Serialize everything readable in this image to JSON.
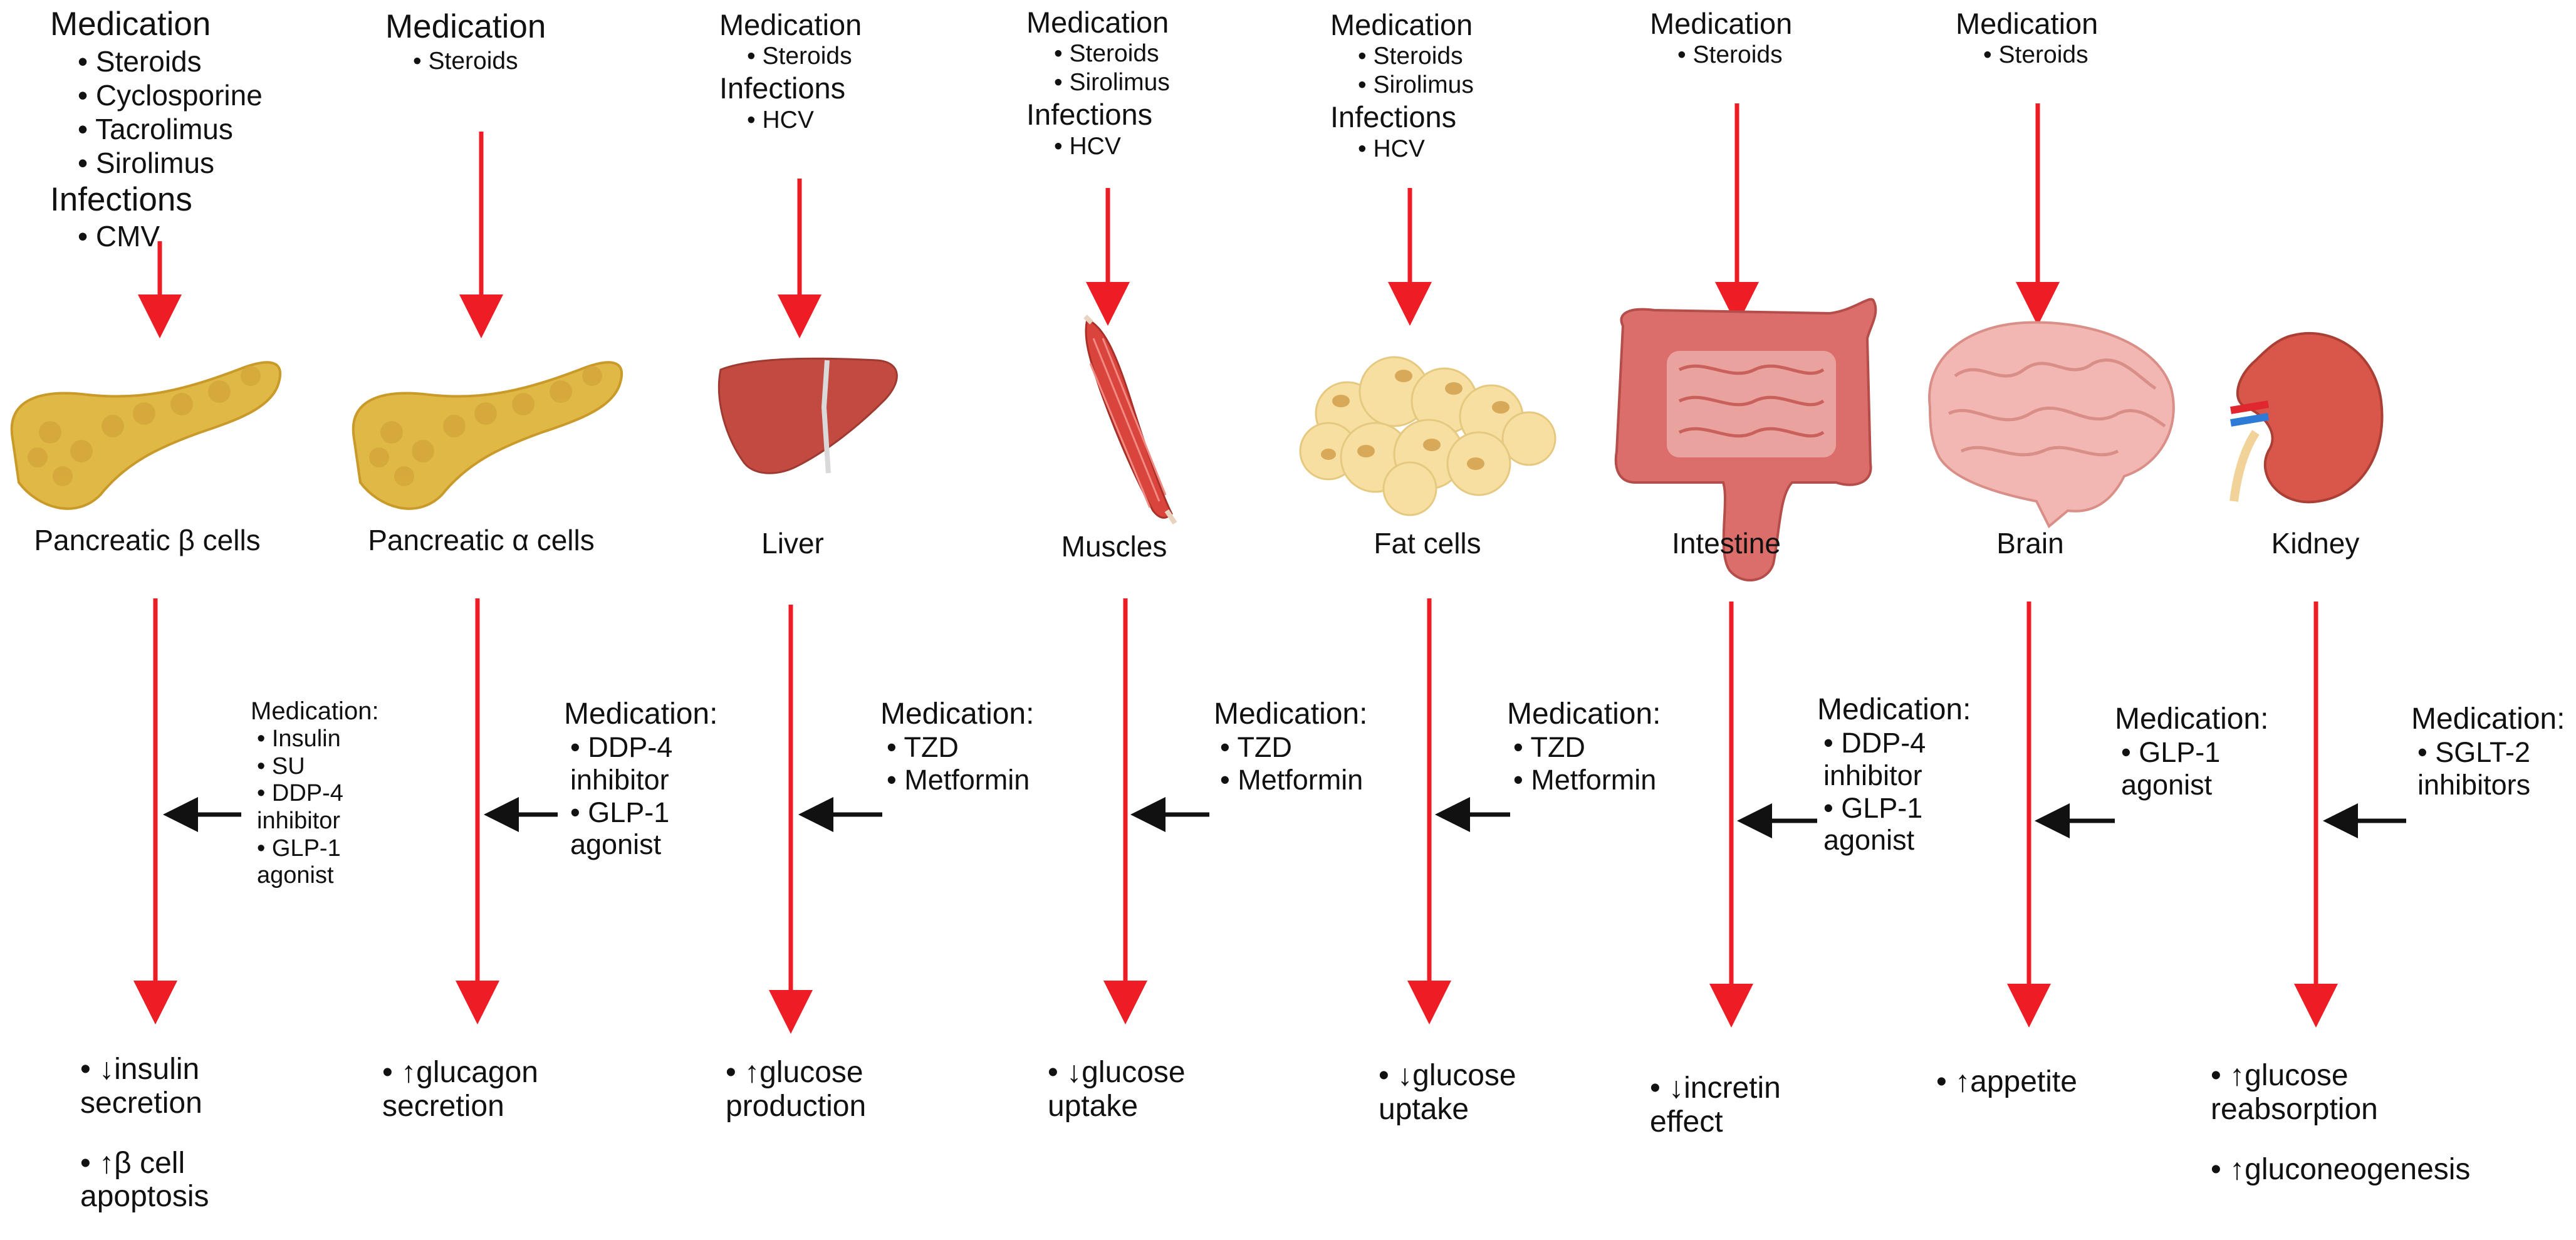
{
  "colors": {
    "red_arrow": "#ee1c25",
    "black_arrow": "#111111",
    "pancreas": "#e0b846",
    "liver": "#c24a40",
    "muscle": "#d9443c",
    "fat": "#f6dfa0",
    "intestine": "#db6e6a",
    "brain": "#f2b7b2",
    "kidney": "#d9564a"
  },
  "columns": [
    {
      "id": "beta",
      "causes": {
        "medication_label": "Medication",
        "medications": [
          "Steroids",
          "Cyclosporine",
          "Tacrolimus",
          "Sirolimus"
        ],
        "infection_label": "Infections",
        "infections": [
          "CMV"
        ]
      },
      "organ": {
        "label": "Pancreatic β cells",
        "icon": "pancreas-icon"
      },
      "treatment": {
        "title": "Medication:",
        "items": [
          "Insulin",
          "SU",
          "DDP-4",
          "inhibitor",
          "GLP-1",
          "agonist"
        ]
      },
      "outcomes": [
        {
          "line1": "• ↓insulin",
          "line2": "secretion"
        },
        {
          "line1": "• ↑β cell",
          "line2": "apoptosis"
        }
      ]
    },
    {
      "id": "alpha",
      "causes": {
        "medication_label": "Medication",
        "medications": [
          "Steroids"
        ]
      },
      "organ": {
        "label": "Pancreatic α cells",
        "icon": "pancreas-icon"
      },
      "treatment": {
        "title": "Medication:",
        "items": [
          "DDP-4",
          "inhibitor",
          "GLP-1",
          "agonist"
        ]
      },
      "outcomes": [
        {
          "line1": "• ↑glucagon",
          "line2": "secretion"
        }
      ]
    },
    {
      "id": "liver",
      "causes": {
        "medication_label": "Medication",
        "medications": [
          "Steroids"
        ],
        "infection_label": "Infections",
        "infections": [
          "HCV"
        ]
      },
      "organ": {
        "label": "Liver",
        "icon": "liver-icon"
      },
      "treatment": {
        "title": "Medication:",
        "items": [
          "TZD",
          "Metformin"
        ]
      },
      "outcomes": [
        {
          "line1": "• ↑glucose",
          "line2": "production"
        }
      ]
    },
    {
      "id": "muscles",
      "causes": {
        "medication_label": "Medication",
        "medications": [
          "Steroids",
          "Sirolimus"
        ],
        "infection_label": "Infections",
        "infections": [
          "HCV"
        ]
      },
      "organ": {
        "label": "Muscles",
        "icon": "muscle-icon"
      },
      "treatment": {
        "title": "Medication:",
        "items": [
          "TZD",
          "Metformin"
        ]
      },
      "outcomes": [
        {
          "line1": "• ↓glucose",
          "line2": "uptake"
        }
      ]
    },
    {
      "id": "fat",
      "causes": {
        "medication_label": "Medication",
        "medications": [
          "Steroids",
          "Sirolimus"
        ],
        "infection_label": "Infections",
        "infections": [
          "HCV"
        ]
      },
      "organ": {
        "label": "Fat cells",
        "icon": "fat-cells-icon"
      },
      "treatment": {
        "title": "Medication:",
        "items": [
          "TZD",
          "Metformin"
        ]
      },
      "outcomes": [
        {
          "line1": "• ↓glucose",
          "line2": "uptake"
        }
      ]
    },
    {
      "id": "intestine",
      "causes": {
        "medication_label": "Medication",
        "medications": [
          "Steroids"
        ]
      },
      "organ": {
        "label": "Intestine",
        "icon": "intestine-icon"
      },
      "treatment": {
        "title": "Medication:",
        "items": [
          "DDP-4",
          "inhibitor",
          "GLP-1",
          "agonist"
        ]
      },
      "outcomes": [
        {
          "line1": "• ↓incretin",
          "line2": "effect"
        }
      ]
    },
    {
      "id": "brain",
      "causes": {
        "medication_label": "Medication",
        "medications": [
          "Steroids"
        ]
      },
      "organ": {
        "label": "Brain",
        "icon": "brain-icon"
      },
      "treatment": {
        "title": "Medication:",
        "items": [
          "GLP-1",
          "agonist"
        ]
      },
      "outcomes": [
        {
          "line1": "• ↑appetite",
          "line2": ""
        }
      ]
    },
    {
      "id": "kidney",
      "causes": {
        "medication_label": "",
        "medications": []
      },
      "organ": {
        "label": "Kidney",
        "icon": "kidney-icon"
      },
      "treatment": {
        "title": "Medication:",
        "items": [
          "SGLT-2",
          "inhibitors"
        ]
      },
      "outcomes": [
        {
          "line1": "• ↑glucose",
          "line2": "reabsorption"
        },
        {
          "line1": "• ↑gluconeogenesis",
          "line2": ""
        }
      ]
    }
  ]
}
